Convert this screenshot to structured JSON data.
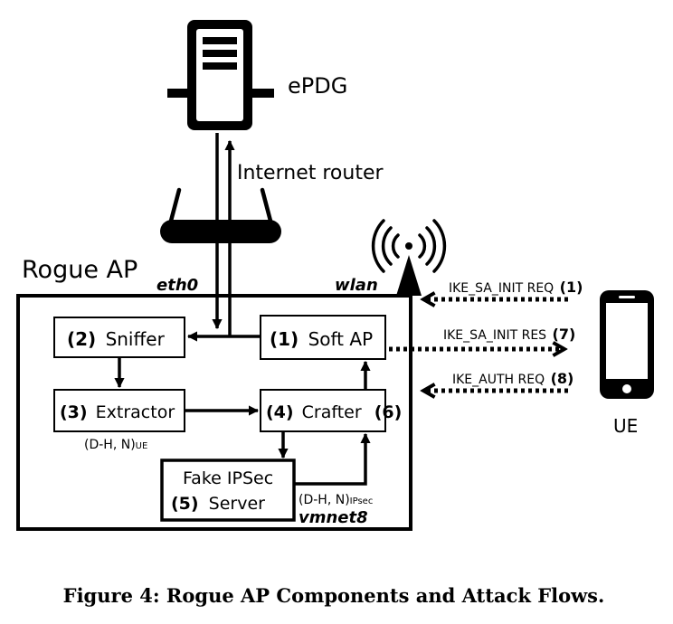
{
  "labels": {
    "epdg": "ePDG",
    "internet_router": "Internet router",
    "rogue_ap": "Rogue AP",
    "eth0": "eth0",
    "wlan": "wlan",
    "ue": "UE",
    "vmnet8": "vmnet8"
  },
  "components": {
    "sniffer": {
      "num": "(2)",
      "name": "Sniffer"
    },
    "soft_ap": {
      "num": "(1)",
      "name": "Soft AP"
    },
    "extractor": {
      "num": "(3)",
      "name": "Extractor"
    },
    "crafter": {
      "num": "(4)",
      "name": "Crafter",
      "num2": "(6)"
    },
    "fake_ipsec": {
      "line1": "Fake IPSec",
      "num": "(5)",
      "line2": "Server"
    }
  },
  "annotations": {
    "dh_ue": {
      "main": "(D-H, N)",
      "sub": "UE"
    },
    "dh_ipsec": {
      "main": "(D-H, N)",
      "sub": "IPsec"
    }
  },
  "messages": {
    "m1": {
      "label": "IKE_SA_INIT REQ",
      "num": "(1)"
    },
    "m7": {
      "label": "IKE_SA_INIT RES",
      "num": "(7)"
    },
    "m8": {
      "label": "IKE_AUTH REQ",
      "num": "(8)"
    }
  },
  "caption": "Figure 4: Rogue AP Components and Attack Flows."
}
